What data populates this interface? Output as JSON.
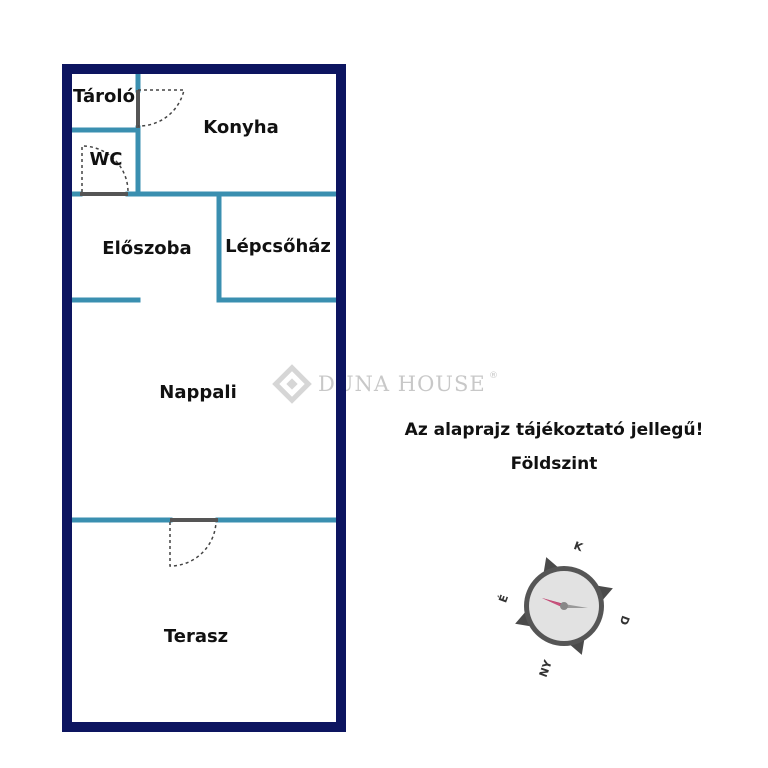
{
  "rooms": {
    "storage": "Tároló",
    "kitchen": "Konyha",
    "wc": "WC",
    "hall": "Előszoba",
    "stairwell": "Lépcsőház",
    "living": "Nappali",
    "terrace": "Terasz"
  },
  "watermark": {
    "brand": "DUNA HOUSE",
    "registered": "®"
  },
  "notes": {
    "disclaimer": "Az alaprajz tájékoztató jellegű!",
    "floor": "Földszint"
  },
  "compass": {
    "north": "É",
    "east": "K",
    "south": "D",
    "west": "NY"
  },
  "colors": {
    "outer_wall": "#0d1560",
    "inner_wall": "#3a8fb0",
    "door_swing": "#444444",
    "watermark": "#c8c8c8",
    "needle": "#b0285a"
  }
}
